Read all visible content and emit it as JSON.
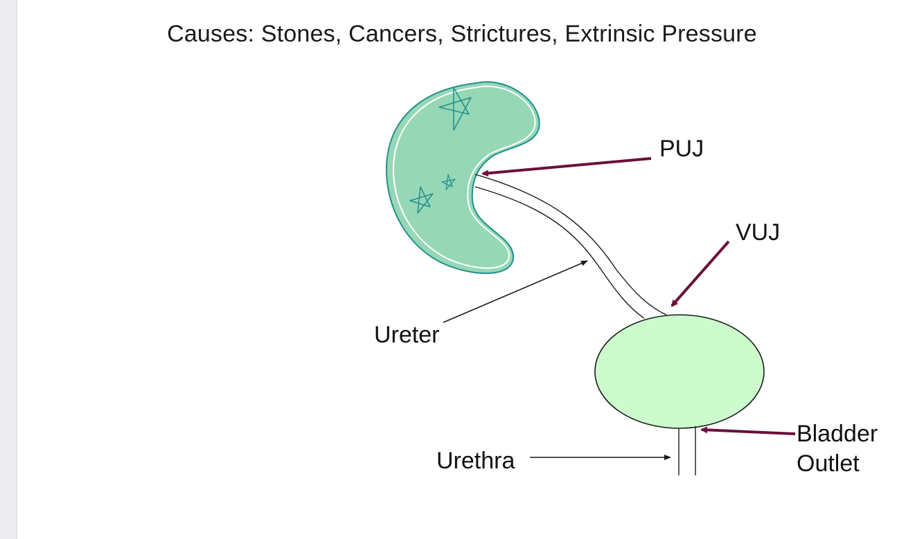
{
  "title": "Causes: Stones, Cancers, Strictures, Extrinsic Pressure",
  "labels": {
    "puj": "PUJ",
    "vuj": "VUJ",
    "ureter": "Ureter",
    "urethra": "Urethra",
    "bladder_outlet_line1": "Bladder",
    "bladder_outlet_line2": "Outlet"
  },
  "colors": {
    "kidney_fill": "#96d8b6",
    "kidney_stroke": "#1f8e8e",
    "bladder_fill": "#ccfccc",
    "arrow_maroon": "#6b0f3a",
    "line_black": "#1a1a1a"
  }
}
